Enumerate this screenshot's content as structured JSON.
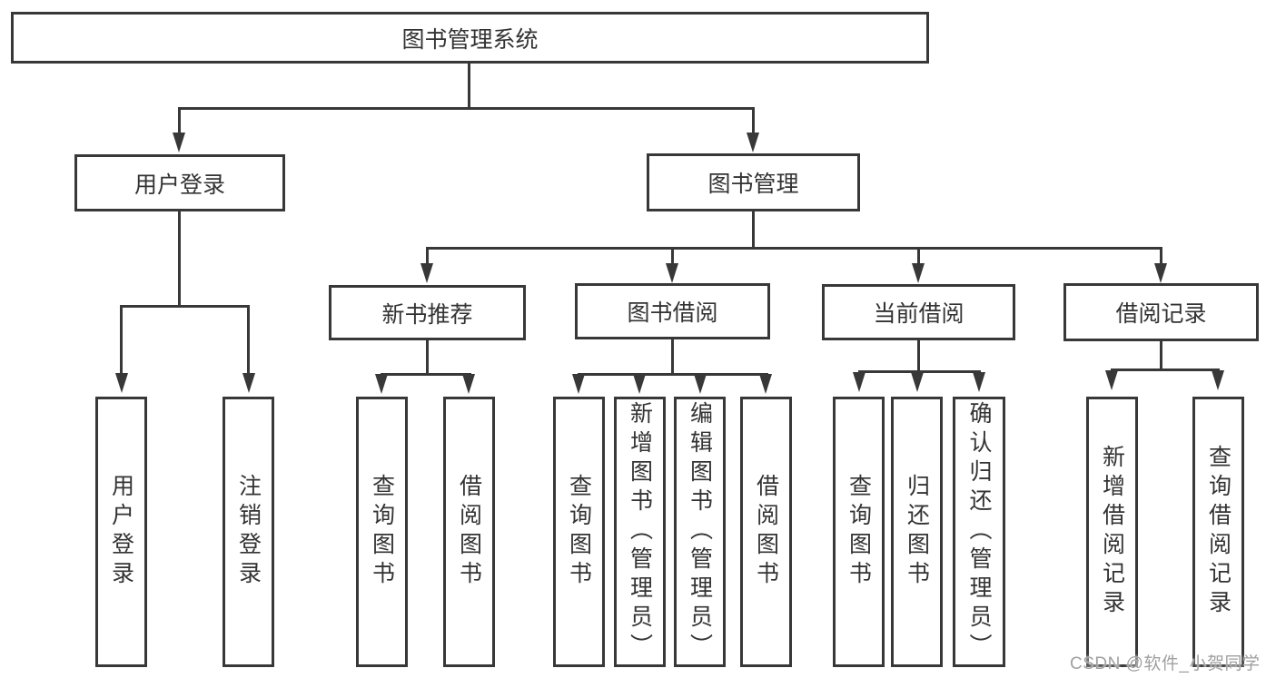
{
  "diagram": {
    "root": "图书管理系统",
    "level1": [
      "用户登录",
      "图书管理"
    ],
    "level2": [
      "新书推荐",
      "图书借阅",
      "当前借阅",
      "借阅记录"
    ],
    "leaves": {
      "user_login": [
        "用户登录",
        "注销登录"
      ],
      "new_book_recommend": [
        "查询图书",
        "借阅图书"
      ],
      "book_borrow": [
        "查询图书",
        "新增图书（管理员）",
        "编辑图书（管理员）",
        "借阅图书"
      ],
      "current_borrow": [
        "查询图书",
        "归还图书",
        "确认归还（管理员）"
      ],
      "borrow_records": [
        "新增借阅记录",
        "查询借阅记录"
      ]
    }
  },
  "watermark": "CSDN @软件_小贺同学",
  "colors": {
    "line": "#383838",
    "text": "#333333",
    "watermark": "#a0a0a0",
    "background": "#ffffff"
  }
}
